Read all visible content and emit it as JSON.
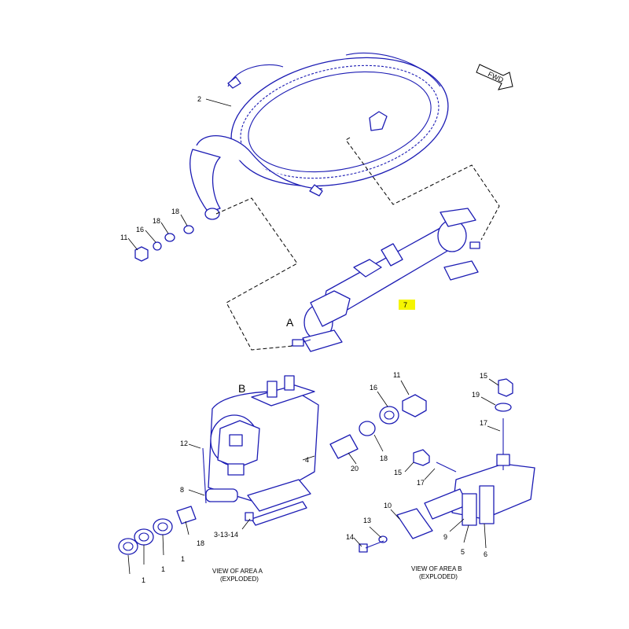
{
  "orientation_label": "FWD",
  "area_markers": {
    "a": "A",
    "b": "B"
  },
  "captions": {
    "area_a_line1": "VIEW OF AREA A",
    "area_a_line2": "(EXPLODED)",
    "area_b_line1": "VIEW OF AREA B",
    "area_b_line2": "(EXPLODED)"
  },
  "callouts": {
    "c2": "2",
    "c7": "7",
    "c11_top": "11",
    "c16_top": "16",
    "c18_top_a": "18",
    "c18_top_b": "18",
    "c12": "12",
    "c8": "8",
    "c3_13_14": "3-13-14",
    "c4": "4",
    "c1_a": "1",
    "c1_b": "1",
    "c1_c": "1",
    "c18_a": "18",
    "c20": "20",
    "c18_b": "18",
    "c16_b": "16",
    "c11_b": "11",
    "c15_a": "15",
    "c19": "19",
    "c17_a": "17",
    "c15_b": "15",
    "c17_b": "17",
    "c10": "10",
    "c13": "13",
    "c14": "14",
    "c9": "9",
    "c5": "5",
    "c6": "6"
  },
  "highlight_color": "#f5f500",
  "line_color": "#1c1cb4"
}
